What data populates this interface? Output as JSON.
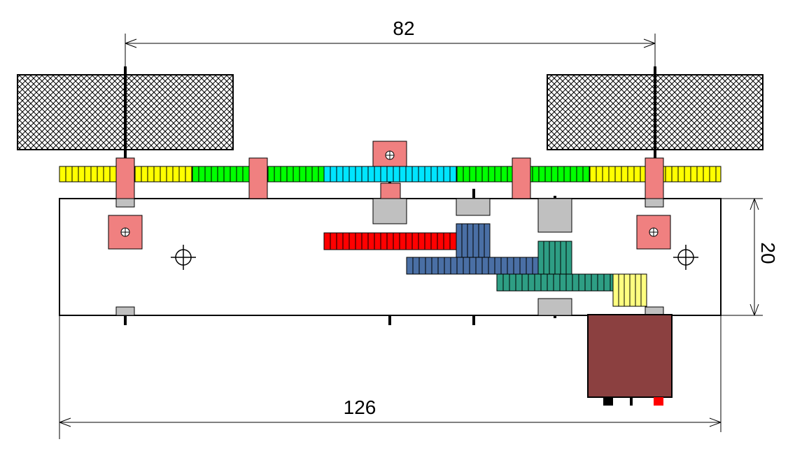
{
  "dimensions": {
    "wheel_spacing": "82",
    "overall_length": "126",
    "frame_height": "20"
  },
  "colors": {
    "wheel_hatch": "#000000",
    "rack_outer": "#ffff00",
    "rack_middle": "#00ff00",
    "rack_center": "#00e5ff",
    "bearing_pink": "#f08080",
    "spacer_gray": "#c0c0c0",
    "gear_red": "#ff0000",
    "gear_blue": "#4a6fa5",
    "gear_teal": "#2e9e84",
    "gear_yellow": "#ffff80",
    "motor_brown": "#8b4040",
    "terminal_black": "#000000",
    "terminal_red": "#ff0000"
  },
  "components": [
    "left-wheel",
    "right-wheel",
    "drive-rack",
    "frame",
    "gear-train",
    "motor"
  ]
}
